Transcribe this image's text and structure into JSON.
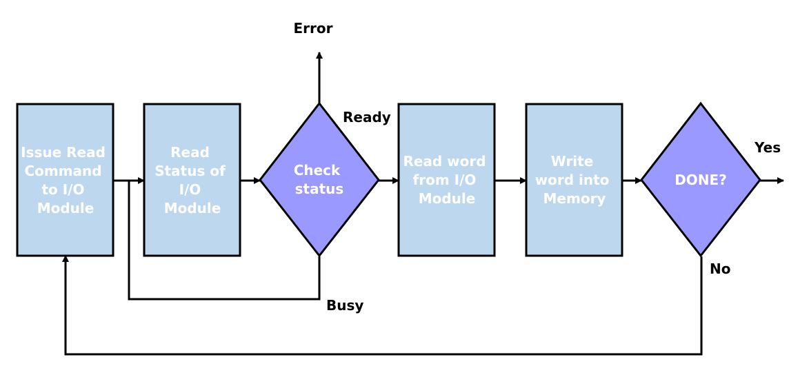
{
  "colors": {
    "process_fill": "#bdd7ee",
    "decision_fill": "#9999ff",
    "stroke": "#000000",
    "node_text": "#ffffff",
    "label_text": "#000000"
  },
  "nodes": {
    "issue_read": {
      "lines": [
        "Issue Read",
        "Command",
        "to I/O",
        "Module"
      ]
    },
    "read_status": {
      "lines": [
        "Read",
        "Status of",
        "I/O",
        "Module"
      ]
    },
    "check_status": {
      "lines": [
        "Check",
        "status"
      ]
    },
    "read_word": {
      "lines": [
        "Read word",
        "from I/O",
        "Module"
      ]
    },
    "write_word": {
      "lines": [
        "Write",
        "word into",
        "Memory"
      ]
    },
    "done": {
      "lines": [
        "DONE?"
      ]
    }
  },
  "labels": {
    "error": "Error",
    "ready": "Ready",
    "busy": "Busy",
    "yes": "Yes",
    "no": "No"
  }
}
